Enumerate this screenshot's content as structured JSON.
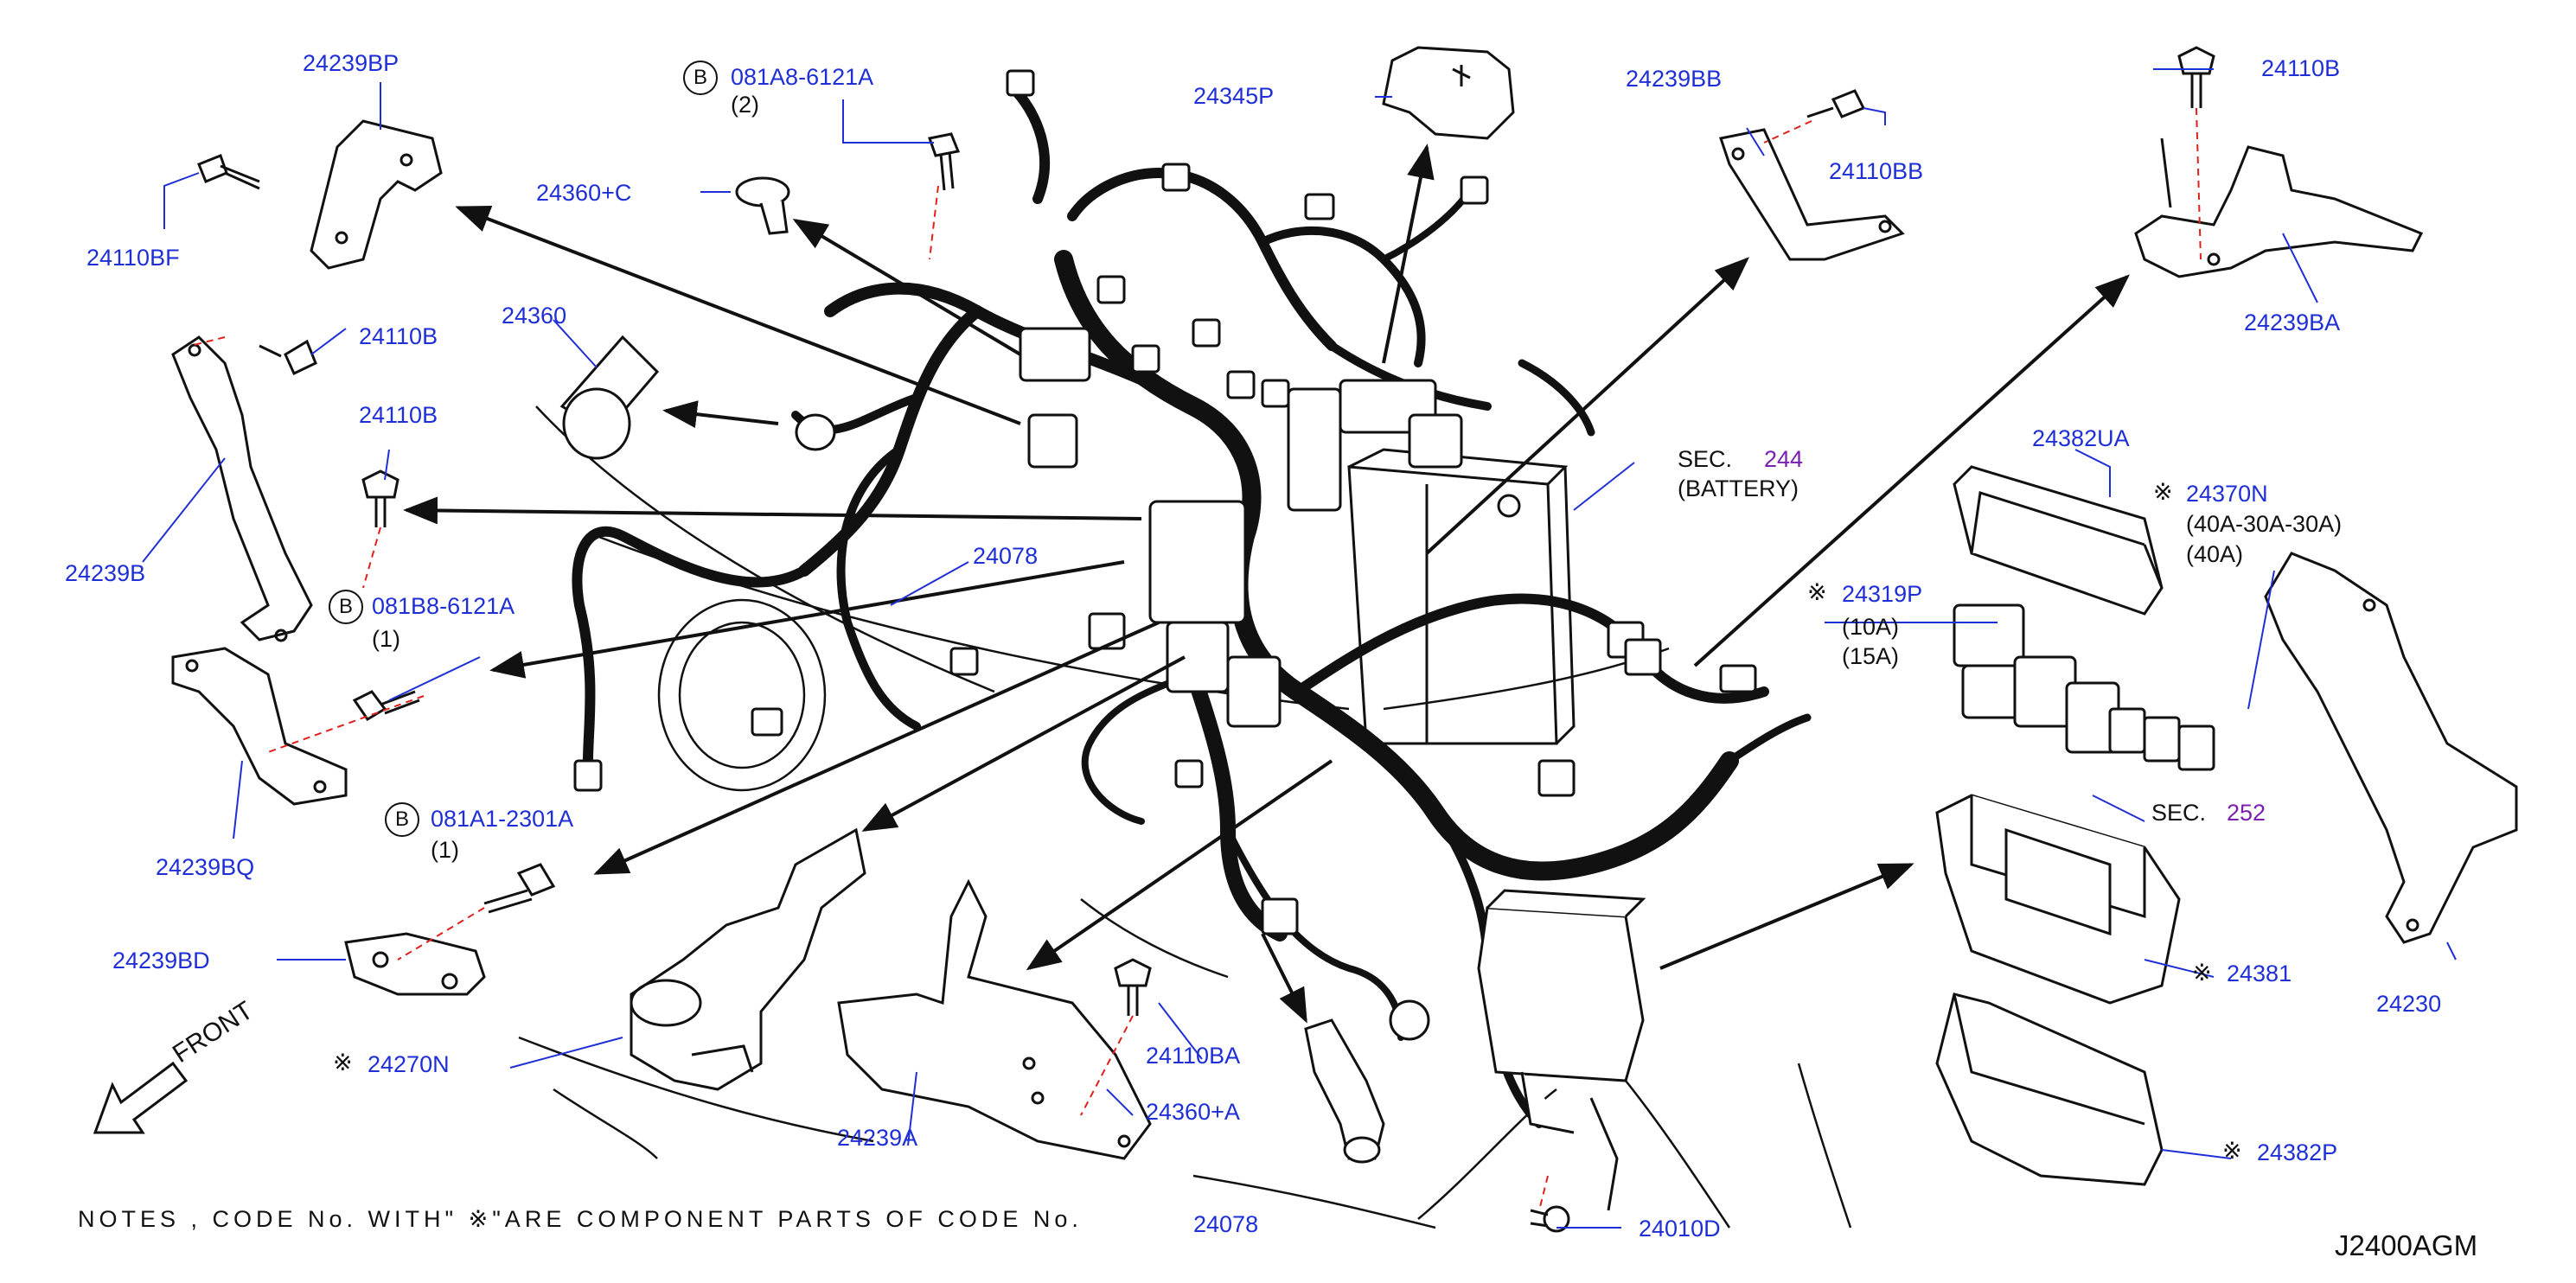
{
  "diagram": {
    "code": "J2400AGM",
    "front_label": "FRONT",
    "note_text": "NOTES , CODE No. WITH\"  ※\"ARE COMPONENT PARTS OF CODE No.",
    "star_symbol": "※",
    "bolt_symbol": "B",
    "colors": {
      "part_number": "#1f2fd6",
      "section_ref": "#7a1fb0",
      "line_art": "#111111",
      "leader_red": "#e0201b"
    }
  },
  "labels": {
    "p_24239BP": "24239BP",
    "p_24110BF": "24110BF",
    "p_081A8": "081A8-6121A",
    "p_081A8_qty": "(2)",
    "p_24360C": "24360+C",
    "p_24345P": "24345P",
    "p_24239BB": "24239BB",
    "p_24110BB": "24110BB",
    "p_24110B_top": "24110B",
    "p_24239BA": "24239BA",
    "p_24360": "24360",
    "p_24110B_a": "24110B",
    "p_24110B_b": "24110B",
    "p_24239B": "24239B",
    "p_24078_top": "24078",
    "p_081B8": "081B8-6121A",
    "p_081B8_qty": "(1)",
    "p_24239BQ": "24239BQ",
    "p_081A1": "081A1-2301A",
    "p_081A1_qty": "(1)",
    "p_24239BD": "24239BD",
    "p_24270N": "24270N",
    "p_24239A": "24239A",
    "p_24110BA": "24110BA",
    "p_24360A": "24360+A",
    "p_24078_bottom": "24078",
    "p_24010D": "24010D",
    "sec244_prefix": "SEC.",
    "sec244_num": "244",
    "sec244_sub": "(BATTERY)",
    "p_24382UA": "24382UA",
    "p_24370N": "24370N",
    "p_24370N_sub1": "(40A-30A-30A)",
    "p_24370N_sub2": "(40A)",
    "p_24319P": "24319P",
    "p_24319P_sub1": "(10A)",
    "p_24319P_sub2": "(15A)",
    "sec252_prefix": "SEC.",
    "sec252_num": "252",
    "p_24381": "24381",
    "p_24230": "24230",
    "p_24382P": "24382P"
  }
}
